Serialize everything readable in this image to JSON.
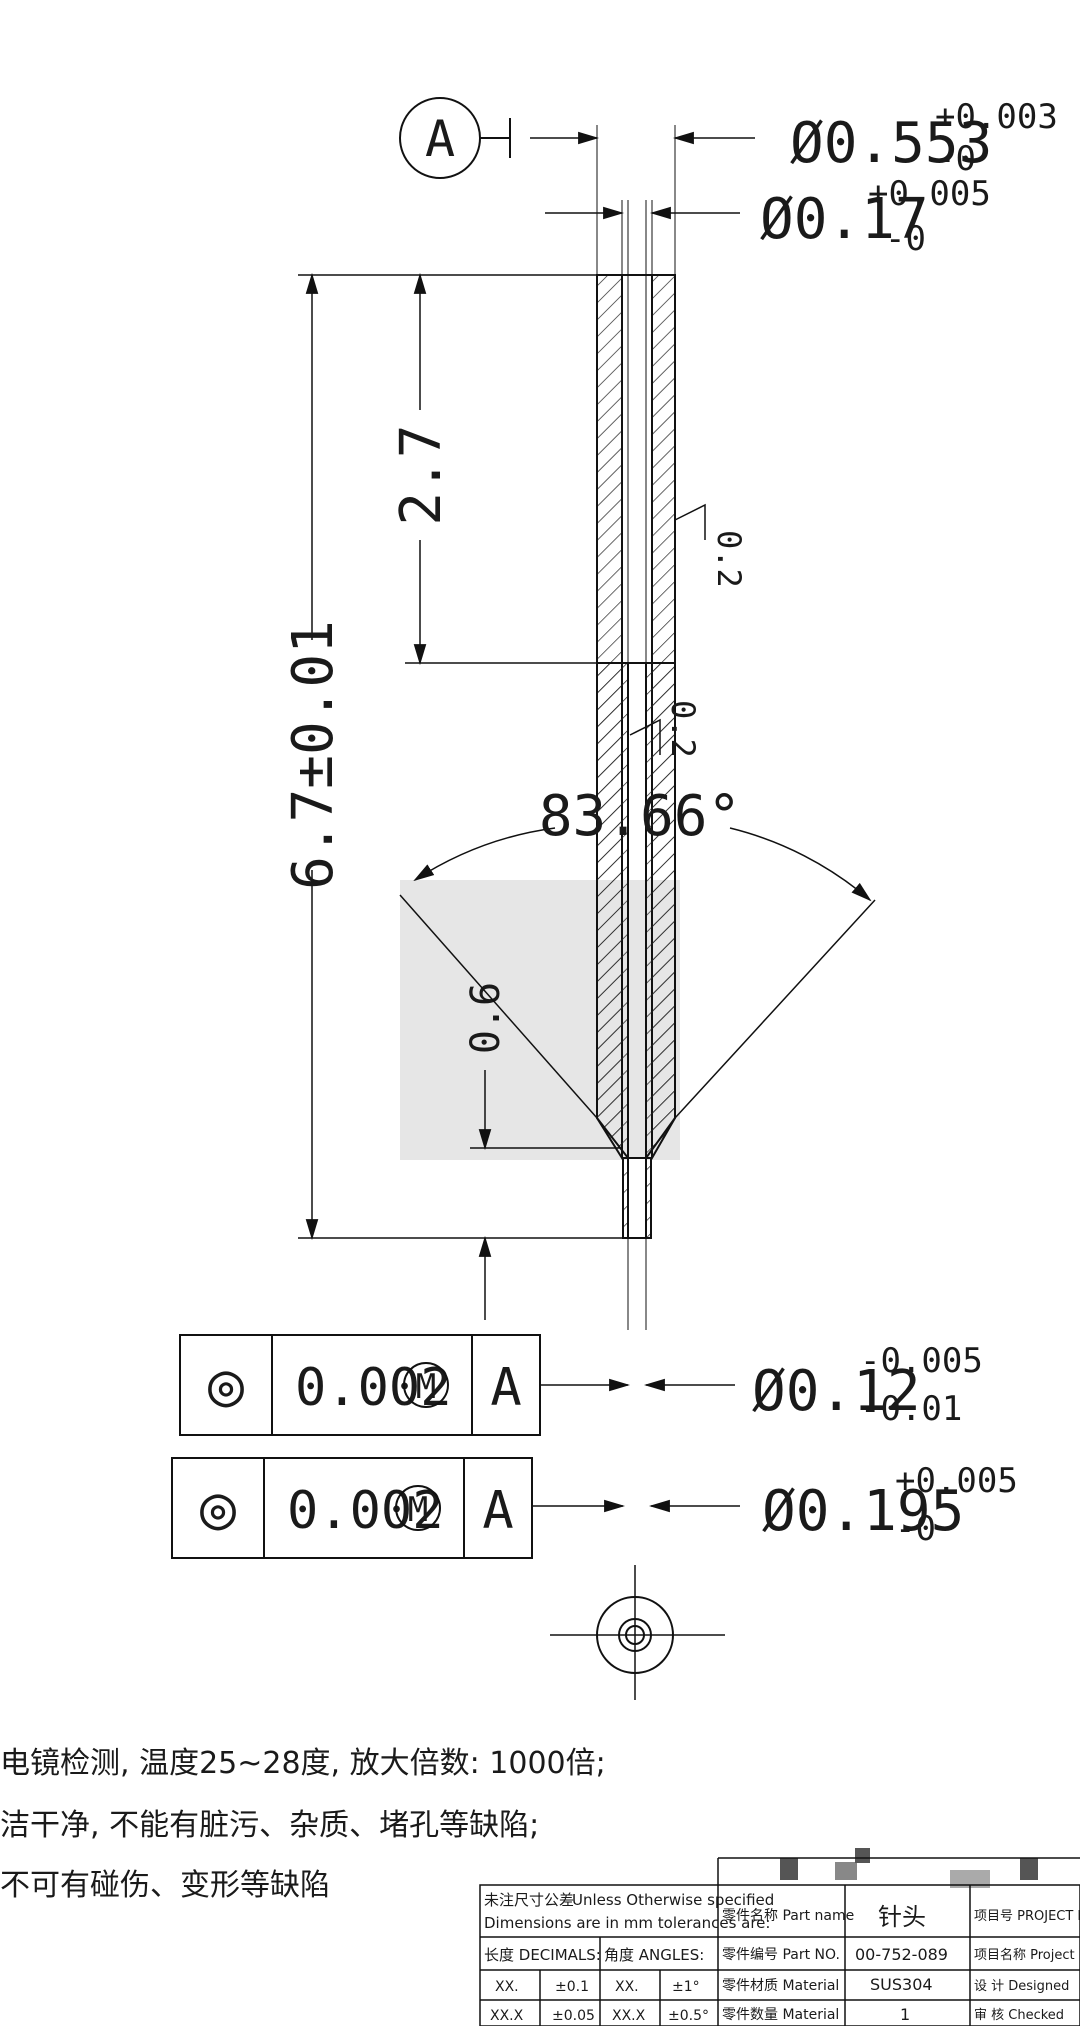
{
  "datum_label": "A",
  "dims": {
    "d_outer": {
      "base": "Ø0.553",
      "upper": "+0.003",
      "lower": "-0"
    },
    "d_bore": {
      "base": "Ø0.17",
      "upper": "+0.005",
      "lower": "-0"
    },
    "len_bore": "2.7",
    "len_total": "6.7±0.01",
    "len_tip": "0.6",
    "angle": "83.66°",
    "roughness1": "0.2",
    "roughness2": "0.2",
    "d_tip_inner": {
      "base": "Ø0.12",
      "upper": "-0.005",
      "lower": "-0.01"
    },
    "d_tip_outer": {
      "base": "Ø0.195",
      "upper": "+0.005",
      "lower": "-0"
    }
  },
  "fcf": [
    {
      "symbol": "◎",
      "value": "0.002",
      "modifier": "M",
      "datum": "A"
    },
    {
      "symbol": "◎",
      "value": "0.002",
      "modifier": "M",
      "datum": "A"
    }
  ],
  "notes": [
    "电镜检测, 温度25~28度, 放大倍数: 1000倍;",
    "洁干净, 不能有脏污、杂质、堵孔等缺陷;",
    "不可有碰伤、变形等缺陷"
  ],
  "title_block": {
    "tolerance_header_cn": "未注尺寸公差",
    "tolerance_header_en1": "Unless Otherwise specified",
    "tolerance_header_en2": "Dimensions are in mm  tolerances are:",
    "decimals": "长度 DECIMALS:",
    "angles": "角度 ANGLES:",
    "row1": [
      "XX.",
      "±0.1",
      "XX.",
      "±1°"
    ],
    "row2": [
      "XX.X",
      "±0.05",
      "XX.X",
      "±0.5°"
    ],
    "part_name_label": "零件名称 Part name",
    "part_name": "针头",
    "part_no_label": "零件编号 Part NO.",
    "part_no": "00-752-089",
    "material_label": "零件材质 Material",
    "material": "SUS304",
    "qty_label": "零件数量 Material",
    "qty": "1",
    "project_label": "项目号 PROJECT N",
    "project_no_label": "项目名称 Project No",
    "designed_label": "设   计  Designed",
    "checked_label": "审   核  Checked"
  }
}
